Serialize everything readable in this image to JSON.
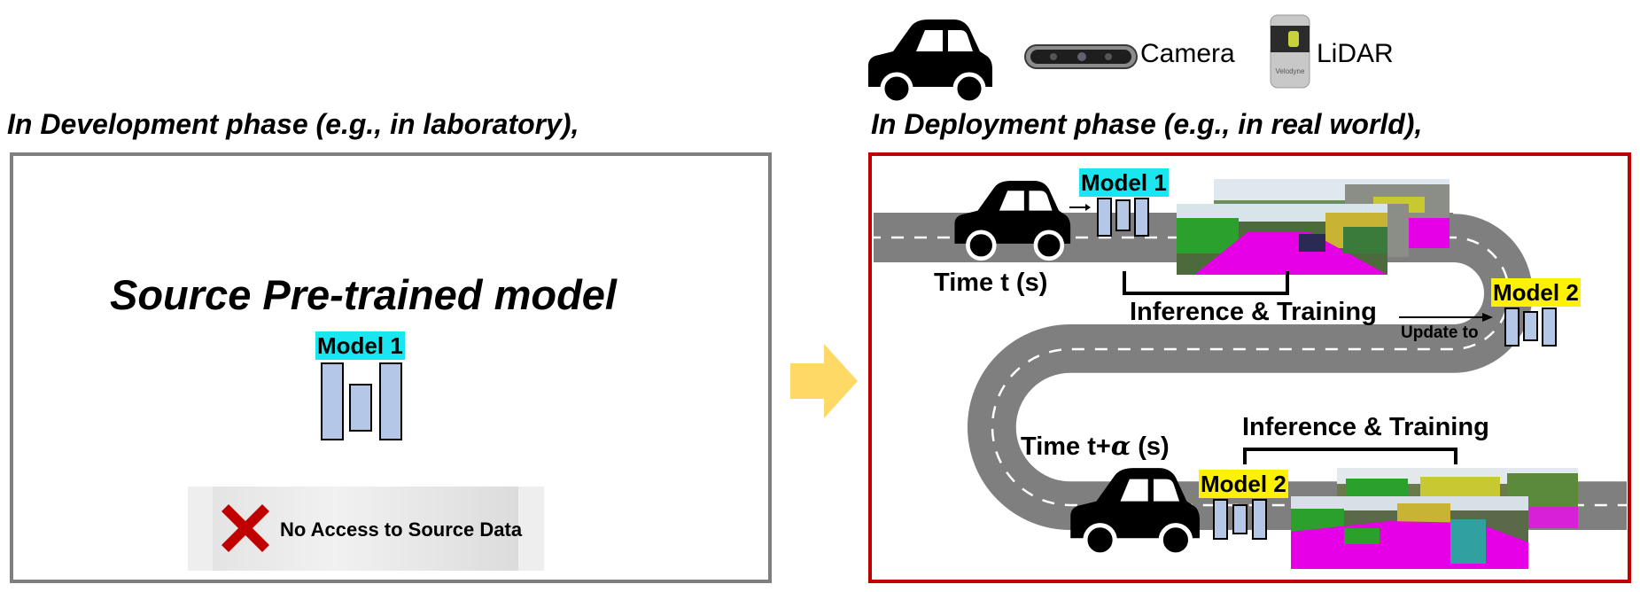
{
  "sensors": {
    "camera_label": "Camera",
    "lidar_label": "LiDAR",
    "lidar_brand": "Velodyne"
  },
  "development": {
    "heading": "In Development phase (e.g., in laboratory),",
    "title": "Source Pre-trained model",
    "model_tag": "Model 1",
    "no_access_label": "No Access to Source Data"
  },
  "deployment": {
    "heading": "In Deployment phase (e.g., in real world),",
    "time_t_label": "Time t (s)",
    "time_t_alpha_label": "Time t+",
    "time_t_alpha_symbol": "α",
    "time_t_alpha_unit": " (s)",
    "model_1_tag": "Model 1",
    "model_2_tag_upper": "Model 2",
    "model_2_tag_lower": "Model 2",
    "inference_training_upper": "Inference & Training",
    "inference_training_lower": "Inference & Training",
    "update_to_label": "Update to"
  },
  "colors": {
    "model_block_fill": "#b4c7e7",
    "cyan_tag": "#19e6ee",
    "yellow_tag": "#fff200",
    "deployment_border": "#c00000",
    "development_border": "#7f7f7f",
    "road": "#7f7f7f",
    "arrow": "#ffd966",
    "segmentation_pink": "#e600e6",
    "segmentation_green": "#2ca02c"
  }
}
